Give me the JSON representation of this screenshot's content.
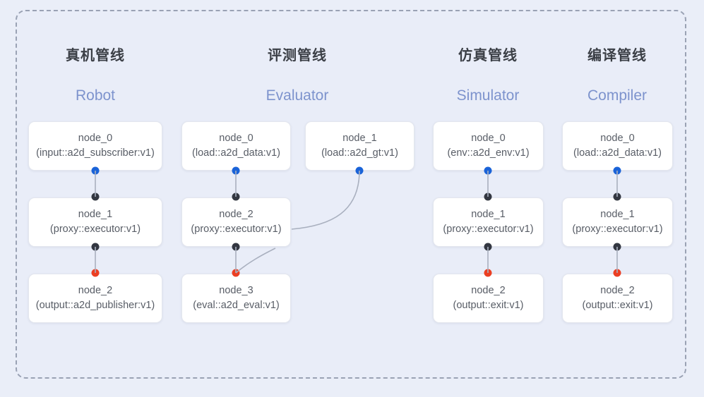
{
  "diagram": {
    "background_color": "#eaeef8",
    "frame_border_color": "#9aa2b4",
    "accent_color": "#7d93cd",
    "port_colors": {
      "input": "#1a63d8",
      "middle": "#333741",
      "output": "#eb3f23"
    }
  },
  "columns": [
    {
      "title_cn": "真机管线",
      "title_en": "Robot",
      "nodes": [
        {
          "name": "node_0",
          "type": "(input::a2d_subscriber:v1)"
        },
        {
          "name": "node_1",
          "type": "(proxy::executor:v1)"
        },
        {
          "name": "node_2",
          "type": "(output::a2d_publisher:v1)"
        }
      ]
    },
    {
      "title_cn": "评测管线",
      "title_en": "Evaluator",
      "nodes": [
        {
          "name": "node_0",
          "type": "(load::a2d_data:v1)"
        },
        {
          "name": "node_1",
          "type": "(load::a2d_gt:v1)"
        },
        {
          "name": "node_2",
          "type": "(proxy::executor:v1)"
        },
        {
          "name": "node_3",
          "type": "(eval::a2d_eval:v1)"
        }
      ]
    },
    {
      "title_cn": "仿真管线",
      "title_en": "Simulator",
      "nodes": [
        {
          "name": "node_0",
          "type": "(env::a2d_env:v1)"
        },
        {
          "name": "node_1",
          "type": "(proxy::executor:v1)"
        },
        {
          "name": "node_2",
          "type": "(output::exit:v1)"
        }
      ]
    },
    {
      "title_cn": "编译管线",
      "title_en": "Compiler",
      "nodes": [
        {
          "name": "node_0",
          "type": "(load::a2d_data:v1)"
        },
        {
          "name": "node_1",
          "type": "(proxy::executor:v1)"
        },
        {
          "name": "node_2",
          "type": "(output::exit:v1)"
        }
      ]
    }
  ]
}
